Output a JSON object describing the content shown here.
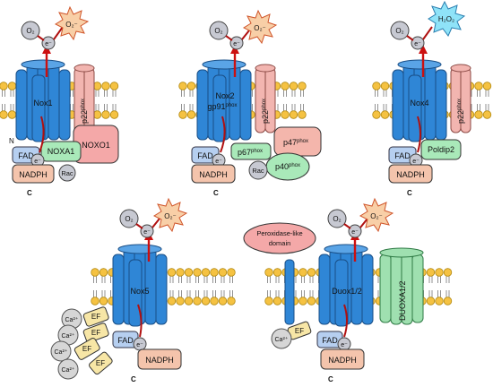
{
  "labels": {
    "o2": "O₂",
    "superoxide": "O₂⁻",
    "h2o2": "H₂O₂",
    "electron": "e⁻",
    "fad": "FAD",
    "nadph": "NADPH",
    "c_terminus": "C",
    "n_terminus": "N",
    "rac": "Rac",
    "ca": "Ca²⁺",
    "ef": "EF"
  },
  "p22": {
    "base": "p22",
    "sup": "phox"
  },
  "complexes": {
    "nox1": {
      "enzyme": "Nox1",
      "organizer": "NOXO1",
      "activator": "NOXA1"
    },
    "nox2": {
      "enzyme_line1": "Nox2",
      "enzyme_line2": "gp91",
      "enzyme_sup": "phox",
      "p67": "p67",
      "p47": "p47",
      "p40": "p40",
      "sup": "phox"
    },
    "nox4": {
      "enzyme": "Nox4",
      "partner": "Poldip2"
    },
    "nox5": {
      "enzyme": "Nox5"
    },
    "duox": {
      "enzyme": "Duox1/2",
      "maturation": "DUOXA1/2",
      "peroxidase": "Peroxidase-like domain"
    }
  }
}
